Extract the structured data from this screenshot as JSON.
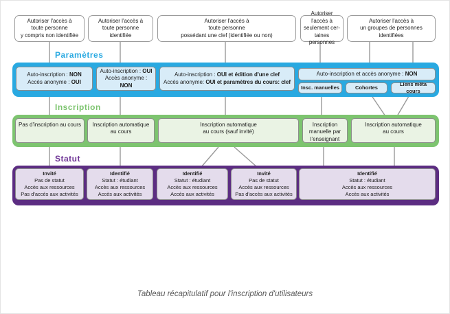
{
  "caption": "Tableau récapitulatif pour l'inscription d'utilisateurs",
  "colors": {
    "blue": "#29a9e1",
    "blue_box": "#d8ecf8",
    "green": "#7dc46f",
    "green_box": "#eaf3e4",
    "purple": "#5c2d82",
    "purple_box": "#e4dcec",
    "line": "#9a9a9a"
  },
  "top_row": {
    "boxes": [
      {
        "lines": [
          "Autoriser l'accès à",
          "toute personne",
          "y compris non identifiée"
        ]
      },
      {
        "lines": [
          "Autoriser l'accès à",
          "toute personne",
          "identifiée"
        ]
      },
      {
        "lines": [
          "Autoriser l'accès à",
          "toute personne",
          "possédant une clef (identifiée ou non)"
        ]
      },
      {
        "lines": [
          "Autoriser l'accès à",
          "seulement cer-",
          "taines personnes"
        ]
      },
      {
        "lines": [
          "Autoriser l'accès à",
          "un groupes de personnes",
          "identifiées"
        ]
      }
    ]
  },
  "parametres": {
    "label": "Paramètres",
    "boxes": [
      {
        "line1_label": "Auto-inscription :",
        "line1_value": "NON",
        "line2_label": "Accès anonyme :",
        "line2_value": "OUI"
      },
      {
        "line1_label": "Auto-inscription :",
        "line1_value": "OUI",
        "line2_label": "Accès anonyme :",
        "line2_value": "NON"
      },
      {
        "line1_label": "Auto-inscription :",
        "line1_value": "OUI et édition d'une clef",
        "line2_label": "Accès anonyme:",
        "line2_value": "OUI et paramètres du cours: clef"
      }
    ],
    "group": {
      "header_label": "Auto-inscription et accès anonyme :",
      "header_value": "NON",
      "sub_boxes": [
        {
          "label": "Insc. manuelles"
        },
        {
          "label": "Cohortes"
        },
        {
          "label": "Liens méta cours"
        }
      ]
    }
  },
  "inscription": {
    "label": "Inscription",
    "boxes": [
      {
        "lines": [
          "Pas d'inscription au cours"
        ]
      },
      {
        "lines": [
          "Inscription automatique",
          "au cours"
        ]
      },
      {
        "lines": [
          "Inscription automatique",
          "au cours (sauf invité)"
        ]
      },
      {
        "lines": [
          "Inscription",
          "manuelle par",
          "l'enseignant"
        ]
      },
      {
        "lines": [
          "Inscription automatique",
          "au cours"
        ]
      }
    ]
  },
  "statut": {
    "label": "Statut",
    "boxes": [
      {
        "title": "Invité",
        "lines": [
          "Pas de statut",
          "Accès aux ressources",
          "Pas d'accès aux activités"
        ]
      },
      {
        "title": "Identifié",
        "lines": [
          "Statut : étudiant",
          "Accès aux ressources",
          "Accès aux activités"
        ]
      },
      {
        "title": "Identifié",
        "lines": [
          "Statut : étudiant",
          "Accès aux ressources",
          "Accès aux activités"
        ]
      },
      {
        "title": "Invité",
        "lines": [
          "Pas de statut",
          "Accès aux ressources",
          "Pas d'accès aux activités"
        ]
      },
      {
        "title": "Identifié",
        "lines": [
          "Statut : étudiant",
          "Accès aux ressources",
          "Accès aux activités"
        ]
      }
    ]
  }
}
